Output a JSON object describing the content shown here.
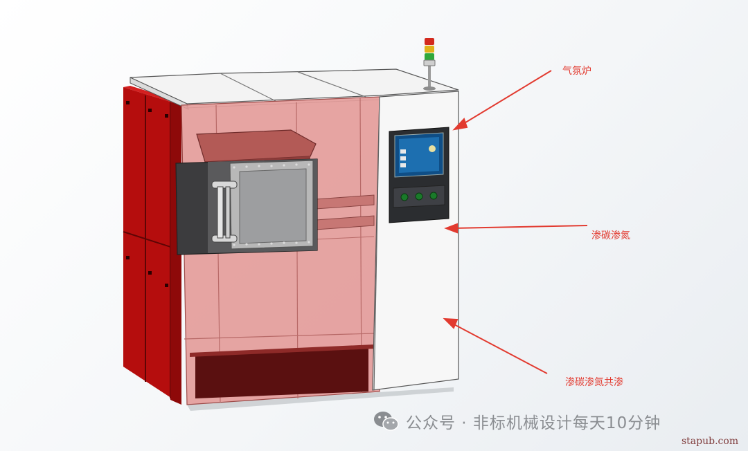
{
  "labels": {
    "furnace": "气氛炉",
    "carburizing_nitriding": "渗碳渗氮",
    "co_infiltration": "渗碳渗氮共渗"
  },
  "watermark": {
    "text": "公众号 · 非标机械设计每天10分钟",
    "icon": "wechat-icon"
  },
  "site": "stapub.com",
  "colors": {
    "cabinet_red": "#b00d0d",
    "glass_pink": "#e39a98",
    "annotation_red": "#e23a2f",
    "panel_white": "#f7f7f7"
  }
}
